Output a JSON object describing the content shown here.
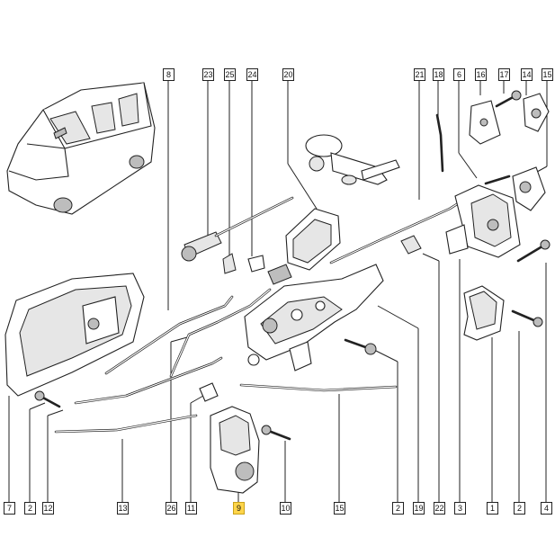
{
  "callouts": {
    "top": [
      {
        "id": "c8",
        "text": "8"
      },
      {
        "id": "c23",
        "text": "23"
      },
      {
        "id": "c25",
        "text": "25"
      },
      {
        "id": "c24",
        "text": "24"
      },
      {
        "id": "c20",
        "text": "20"
      },
      {
        "id": "c21",
        "text": "21"
      },
      {
        "id": "c18",
        "text": "18"
      },
      {
        "id": "c6",
        "text": "6"
      },
      {
        "id": "c16",
        "text": "16"
      },
      {
        "id": "c17",
        "text": "17"
      },
      {
        "id": "c14",
        "text": "14"
      },
      {
        "id": "c15t",
        "text": "15"
      }
    ],
    "bottom": [
      {
        "id": "c7",
        "text": "7"
      },
      {
        "id": "c2a",
        "text": "2"
      },
      {
        "id": "c12",
        "text": "12"
      },
      {
        "id": "c13",
        "text": "13"
      },
      {
        "id": "c26",
        "text": "26"
      },
      {
        "id": "c11",
        "text": "11"
      },
      {
        "id": "c9",
        "text": "9",
        "highlight": true
      },
      {
        "id": "c10",
        "text": "10"
      },
      {
        "id": "c15b",
        "text": "15"
      },
      {
        "id": "c2b",
        "text": "2"
      },
      {
        "id": "c19",
        "text": "19"
      },
      {
        "id": "c22",
        "text": "22"
      },
      {
        "id": "c3",
        "text": "3"
      },
      {
        "id": "c1",
        "text": "1"
      },
      {
        "id": "c2c",
        "text": "2"
      },
      {
        "id": "c4",
        "text": "4"
      }
    ]
  },
  "colors": {
    "highlight": "#ffd54a",
    "line": "#222222"
  }
}
